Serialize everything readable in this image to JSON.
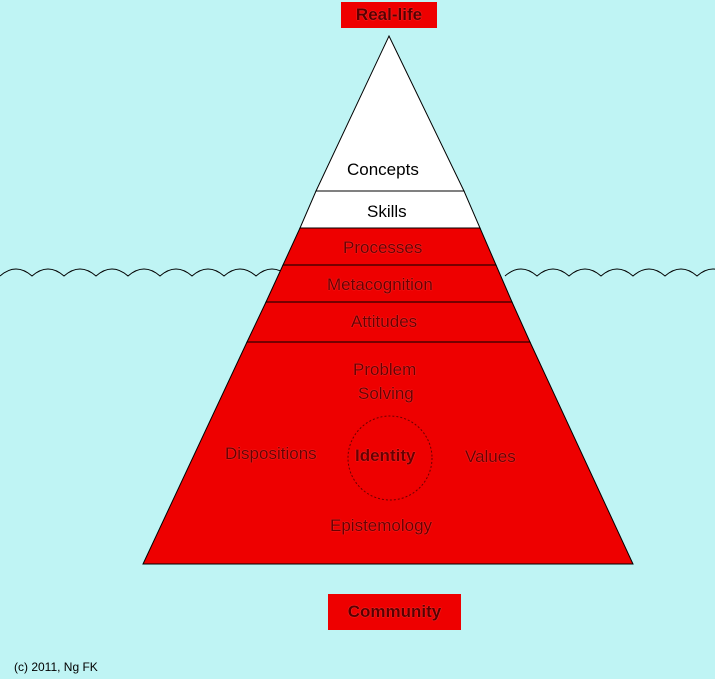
{
  "top_label": "Real-life",
  "bottom_label": "Community",
  "layers": {
    "concepts": "Concepts",
    "skills": "Skills",
    "processes": "Processes",
    "metacognition": "Metacognition",
    "attitudes": "Attitudes"
  },
  "base": {
    "problem_solving_line1": "Problem",
    "problem_solving_line2": "Solving",
    "dispositions": "Dispositions",
    "identity": "Identity",
    "values": "Values",
    "epistemology": "Epistemology"
  },
  "copyright": "(c) 2011, Ng FK",
  "colors": {
    "background": "#bff4f4",
    "red": "#ee0000",
    "white": "#ffffff",
    "outline": "#000000"
  }
}
